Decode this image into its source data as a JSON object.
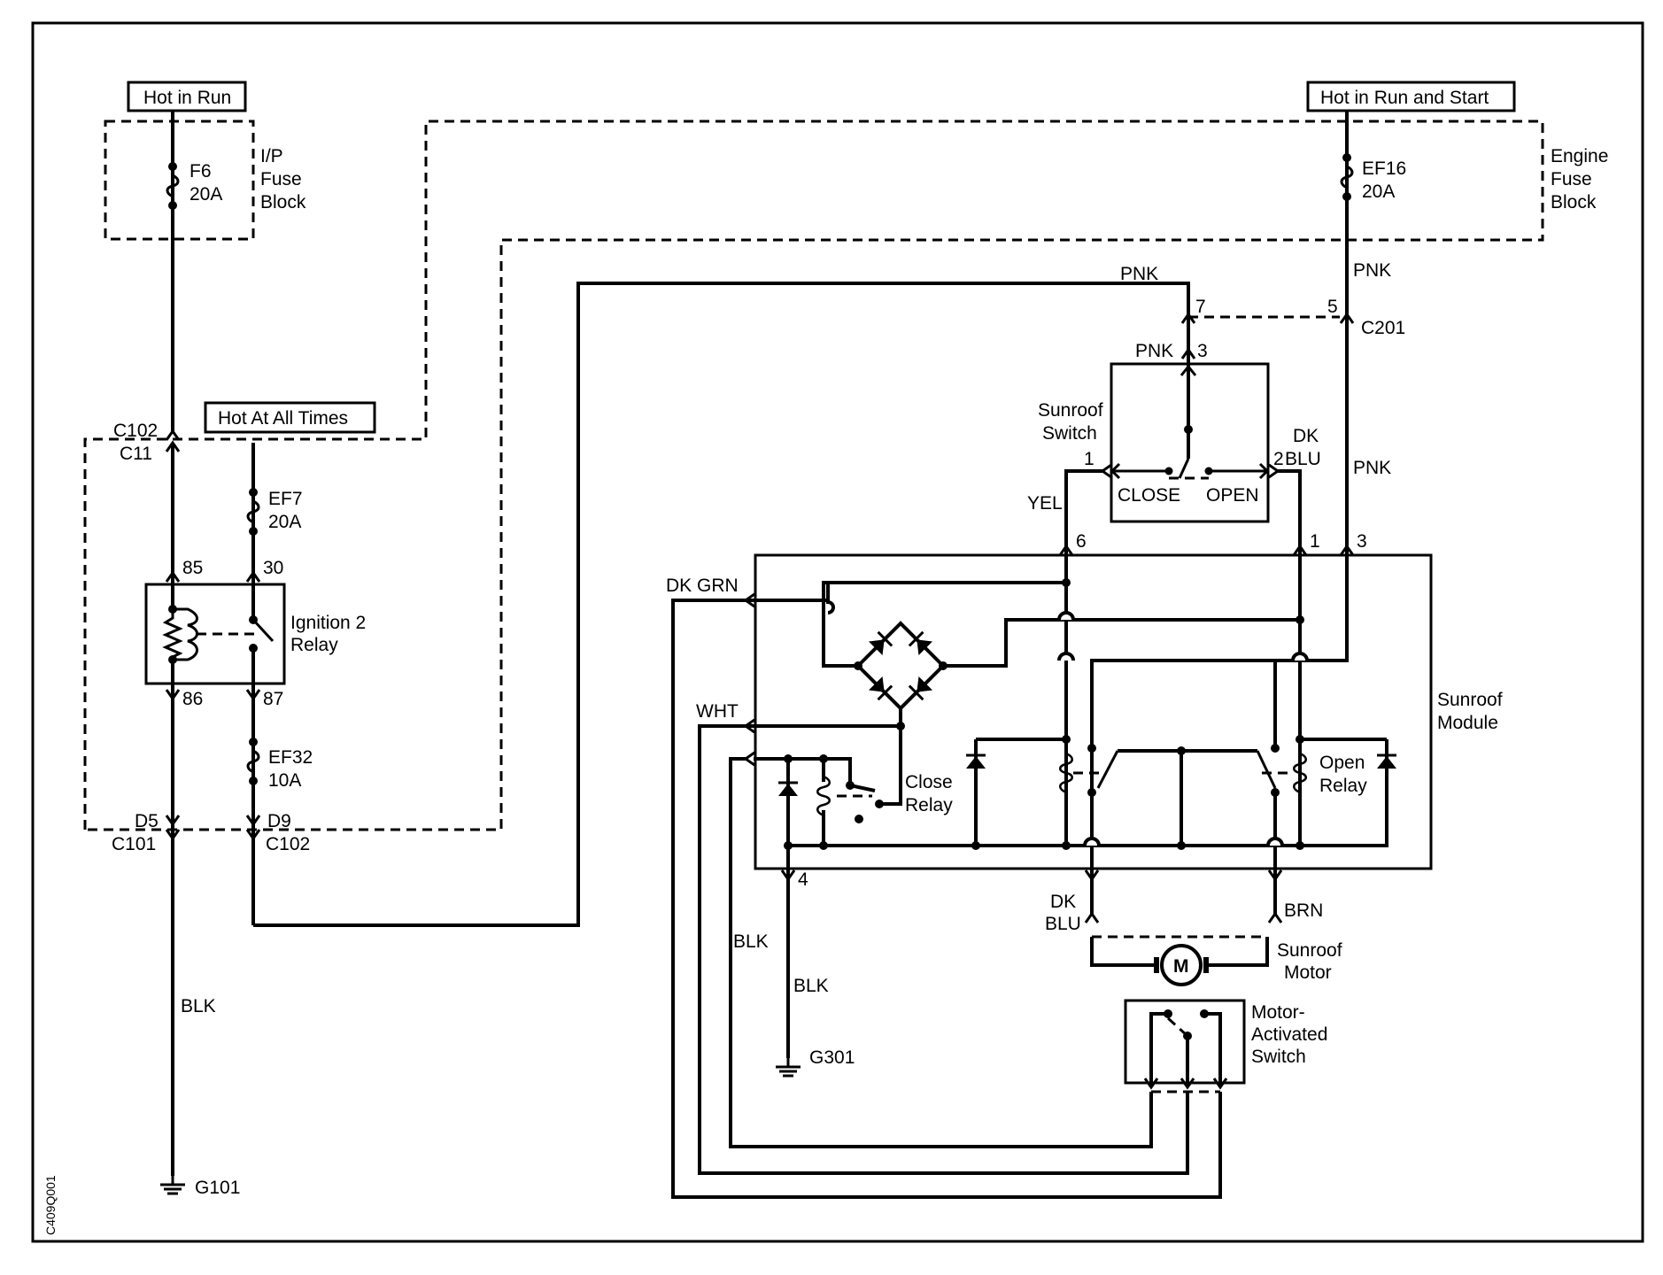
{
  "power_sources": {
    "hot_in_run": "Hot in Run",
    "hot_in_run_and_start": "Hot in Run and Start",
    "hot_at_all_times": "Hot At All Times"
  },
  "fuse_blocks": {
    "ip": [
      "I/P",
      "Fuse",
      "Block"
    ],
    "engine": [
      "Engine",
      "Fuse",
      "Block"
    ]
  },
  "fuses": {
    "f6": {
      "name": "F6",
      "rating": "20A"
    },
    "ef16": {
      "name": "EF16",
      "rating": "20A"
    },
    "ef7": {
      "name": "EF7",
      "rating": "20A"
    },
    "ef32": {
      "name": "EF32",
      "rating": "10A"
    }
  },
  "connectors": {
    "c102_top": "C102",
    "c11": "C11",
    "c101": "C101",
    "c102_bottom": "C102",
    "d5": "D5",
    "d9": "D9",
    "c201": "C201"
  },
  "pins": {
    "r85": "85",
    "r30": "30",
    "r86": "86",
    "r87": "87",
    "c201_7": "7",
    "c201_5": "5",
    "sw3": "3",
    "sw1": "1",
    "sw2": "2",
    "m6": "6",
    "m1": "1",
    "m3": "3",
    "m4": "4"
  },
  "components": {
    "ignition_relay": [
      "Ignition 2",
      "Relay"
    ],
    "sunroof_switch": [
      "Sunroof",
      "Switch"
    ],
    "switch_close": "CLOSE",
    "switch_open": "OPEN",
    "sunroof_module": [
      "Sunroof",
      "Module"
    ],
    "close_relay": [
      "Close",
      "Relay"
    ],
    "open_relay": [
      "Open",
      "Relay"
    ],
    "sunroof_motor": [
      "Sunroof",
      "Motor"
    ],
    "motor_symbol": "M",
    "motor_activated_switch": [
      "Motor-",
      "Activated",
      "Switch"
    ]
  },
  "wires": {
    "pnk_top": "PNK",
    "pnk_c201": "PNK",
    "pnk_sw": "PNK",
    "pnk_right": "PNK",
    "yel": "YEL",
    "dk_blu_sw": [
      "DK",
      "BLU"
    ],
    "dk_grn": "DK GRN",
    "wht": "WHT",
    "dk_blu_motor": [
      "DK",
      "BLU"
    ],
    "brn": "BRN",
    "blk_left": "BLK",
    "blk_mid": "BLK",
    "blk_g301": "BLK"
  },
  "grounds": {
    "g101": "G101",
    "g301": "G301"
  },
  "figure_id": "C409Q001"
}
